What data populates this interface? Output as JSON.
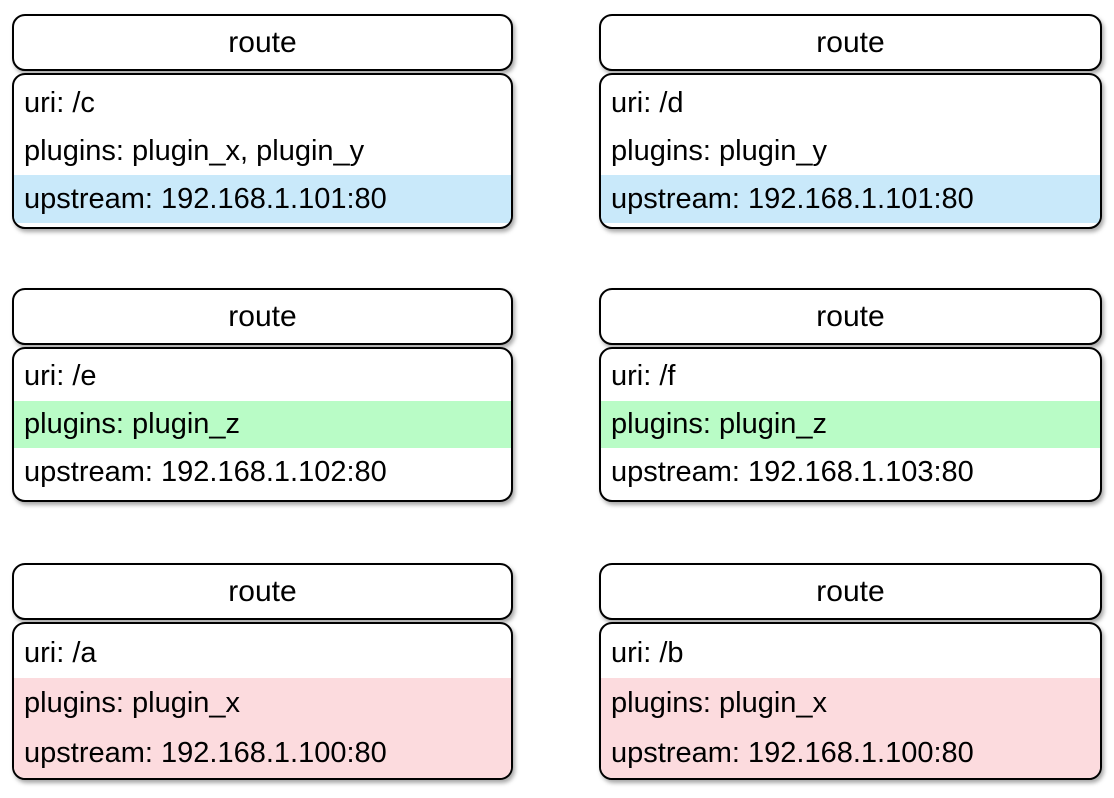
{
  "diagram": {
    "cards": [
      {
        "title": "route",
        "lines": [
          {
            "text": "uri: /c",
            "highlight": "none"
          },
          {
            "text": "plugins: plugin_x, plugin_y",
            "highlight": "none"
          },
          {
            "text": "upstream: 192.168.1.101:80",
            "highlight": "blue"
          }
        ]
      },
      {
        "title": "route",
        "lines": [
          {
            "text": "uri: /d",
            "highlight": "none"
          },
          {
            "text": "plugins: plugin_y",
            "highlight": "none"
          },
          {
            "text": "upstream: 192.168.1.101:80",
            "highlight": "blue"
          }
        ]
      },
      {
        "title": "route",
        "lines": [
          {
            "text": "uri: /e",
            "highlight": "none"
          },
          {
            "text": "plugins: plugin_z",
            "highlight": "green"
          },
          {
            "text": "upstream: 192.168.1.102:80",
            "highlight": "none"
          }
        ]
      },
      {
        "title": "route",
        "lines": [
          {
            "text": "uri: /f",
            "highlight": "none"
          },
          {
            "text": "plugins: plugin_z",
            "highlight": "green"
          },
          {
            "text": "upstream: 192.168.1.103:80",
            "highlight": "none"
          }
        ]
      },
      {
        "title": "route",
        "lines": [
          {
            "text": "uri: /a",
            "highlight": "none"
          },
          {
            "text": "plugins: plugin_x",
            "highlight": "pink"
          },
          {
            "text": "upstream: 192.168.1.100:80",
            "highlight": "pink"
          }
        ]
      },
      {
        "title": "route",
        "lines": [
          {
            "text": "uri: /b",
            "highlight": "none"
          },
          {
            "text": "plugins: plugin_x",
            "highlight": "pink"
          },
          {
            "text": "upstream: 192.168.1.100:80",
            "highlight": "pink"
          }
        ]
      }
    ],
    "colors": {
      "highlight_blue": "#c9e9fa",
      "highlight_green": "#b9fcc6",
      "highlight_pink": "#fcdbde",
      "border": "#000000",
      "background": "#ffffff"
    }
  }
}
